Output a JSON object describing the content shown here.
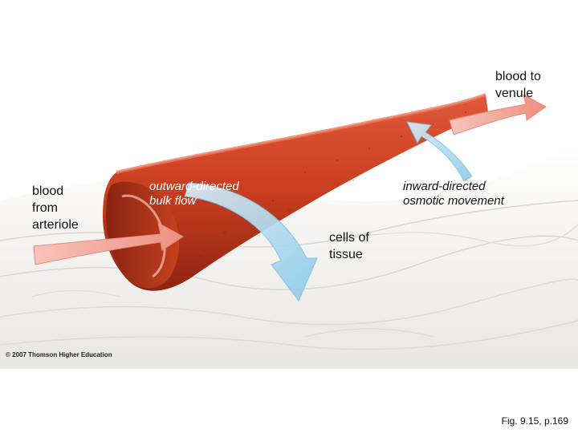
{
  "labels": {
    "blood_to_venule": [
      "blood to",
      "venule"
    ],
    "blood_from_arteriole": [
      "blood",
      "from",
      "arteriole"
    ],
    "outward_flow": [
      "outward-directed",
      "bulk flow"
    ],
    "inward_movement": [
      "inward-directed",
      "osmotic movement"
    ],
    "cells_of_tissue": [
      "cells of",
      "tissue"
    ]
  },
  "credit": "© 2007 Thomson Higher Education",
  "figure_ref": "Fig. 9.15, p.169",
  "colors": {
    "capillary_wall": "#c83d1e",
    "capillary_inner": "#a9301a",
    "blood_arrow": "#f2a497",
    "fluid_arrow": "#a8d6ee",
    "tissue": "#efedea"
  }
}
